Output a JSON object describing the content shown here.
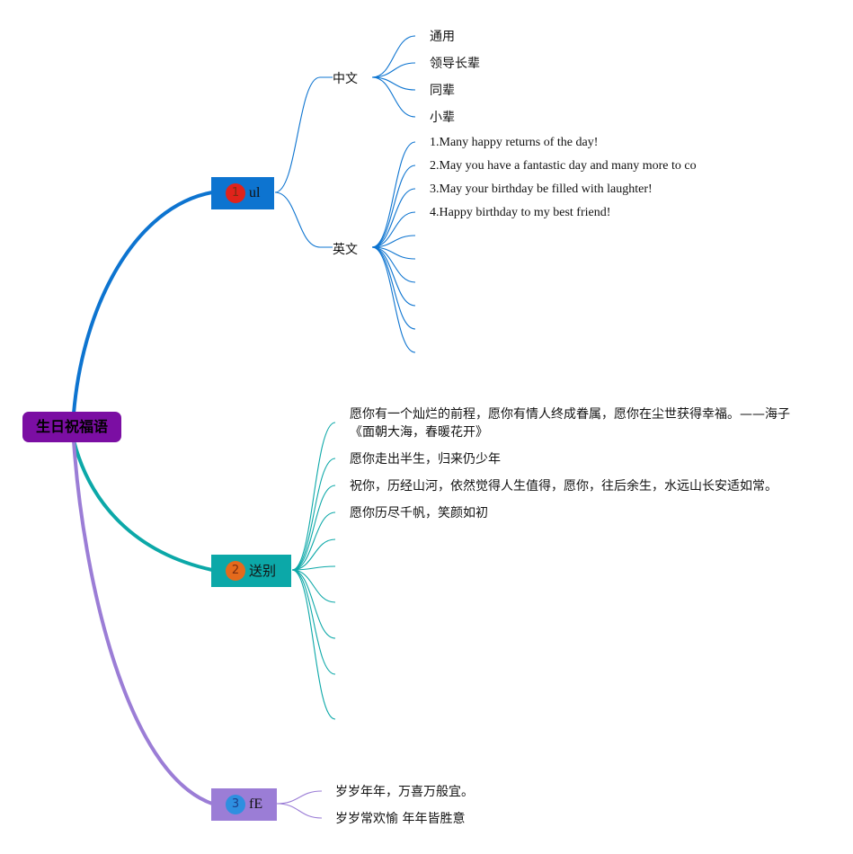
{
  "root": {
    "label": "生日祝福语",
    "color": "#7b0ea3"
  },
  "branches": [
    {
      "number": "1",
      "label": "ul",
      "box_color": "#0d74d0",
      "badge_color": "#e0231b",
      "line_color": "#0d74d0",
      "subtopics": [
        {
          "label": "中文",
          "items": [
            "通用",
            "领导长辈",
            "同辈",
            "小辈"
          ]
        },
        {
          "label": "英文",
          "items": [
            "1.Many happy returns of the day!",
            "2.May you have a fantastic day and many more to co",
            "3.May your birthday be filled with laughter!",
            "4.Happy birthday to my best friend!",
            "",
            "",
            "",
            "",
            "",
            ""
          ]
        }
      ]
    },
    {
      "number": "2",
      "label": "送别",
      "box_color": "#0ca8a8",
      "badge_color": "#e56a1c",
      "line_color": "#0ca8a8",
      "items": [
        "愿你有一个灿烂的前程，愿你有情人终成眷属，愿你在尘世获得幸福。——海子",
        "《面朝大海，春暖花开》",
        "愿你走出半生，归来仍少年",
        "祝你，历经山河，依然觉得人生值得，愿你，往后余生，水远山长安适如常。",
        "愿你历尽千帆，笑颜如初",
        "",
        "",
        "",
        "",
        ""
      ]
    },
    {
      "number": "3",
      "label": "fE",
      "box_color": "#9b7dd6",
      "badge_color": "#2e8fe0",
      "line_color": "#9b7dd6",
      "items": [
        "岁岁年年，万喜万般宜。",
        "岁岁常欢愉 年年皆胜意"
      ]
    }
  ]
}
